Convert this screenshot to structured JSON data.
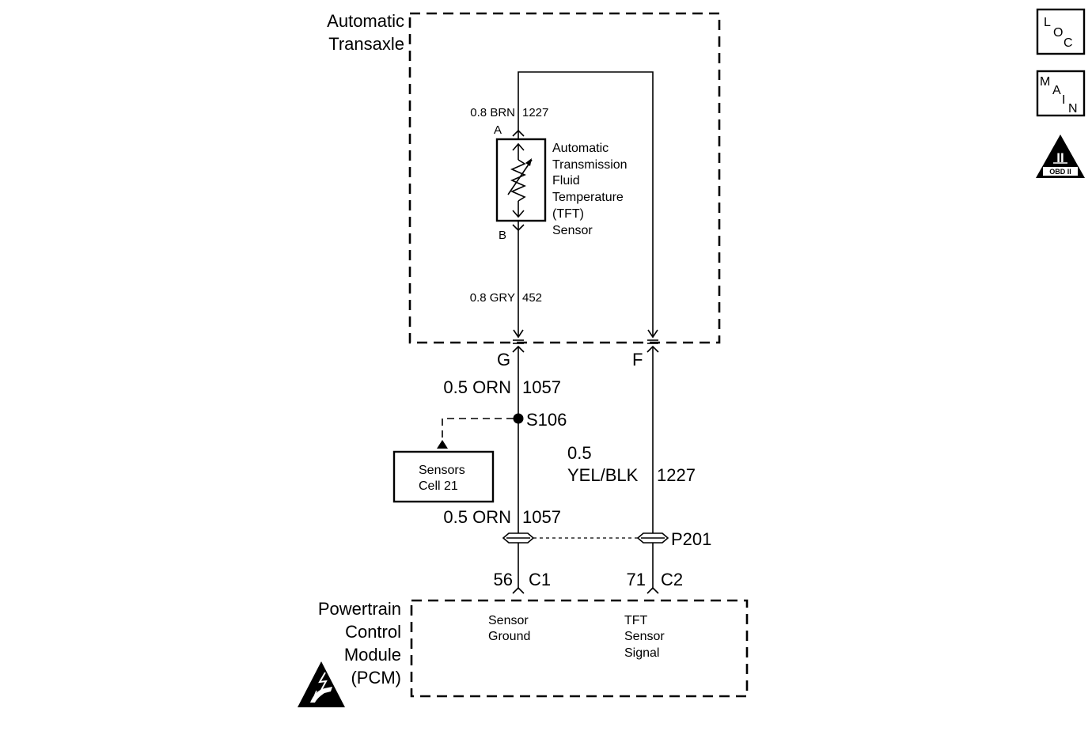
{
  "transaxle": {
    "label_line1": "Automatic",
    "label_line2": "Transaxle"
  },
  "sensor": {
    "label_lines": [
      "Automatic",
      "Transmission",
      "Fluid",
      "Temperature",
      "(TFT)",
      "Sensor"
    ],
    "terminal_a": "A",
    "terminal_b": "B"
  },
  "wires": {
    "brn_size": "0.8 BRN",
    "brn_circuit": "1227",
    "gry_size": "0.8 GRY",
    "gry_circuit": "452",
    "orn_upper_size": "0.5 ORN",
    "orn_upper_circuit": "1057",
    "orn_lower_size": "0.5 ORN",
    "orn_lower_circuit": "1057",
    "yel_size": "0.5",
    "yel_color": "YEL/BLK",
    "yel_circuit": "1227"
  },
  "connectors": {
    "g_label": "G",
    "f_label": "F",
    "splice": "S106",
    "p201": "P201",
    "pin56": "56",
    "c1": "C1",
    "pin71": "71",
    "c2": "C2"
  },
  "sensors_ref": {
    "line1": "Sensors",
    "line2": "Cell 21"
  },
  "pcm": {
    "label_lines": [
      "Powertrain",
      "Control",
      "Module",
      "(PCM)"
    ],
    "ground_line1": "Sensor",
    "ground_line2": "Ground",
    "signal_line1": "TFT",
    "signal_line2": "Sensor",
    "signal_line3": "Signal"
  },
  "side_icons": {
    "loc": [
      "L",
      "O",
      "C"
    ],
    "main": [
      "M",
      "A",
      "I",
      "N"
    ],
    "obd_roman": "II",
    "obd_text": "OBD II"
  }
}
